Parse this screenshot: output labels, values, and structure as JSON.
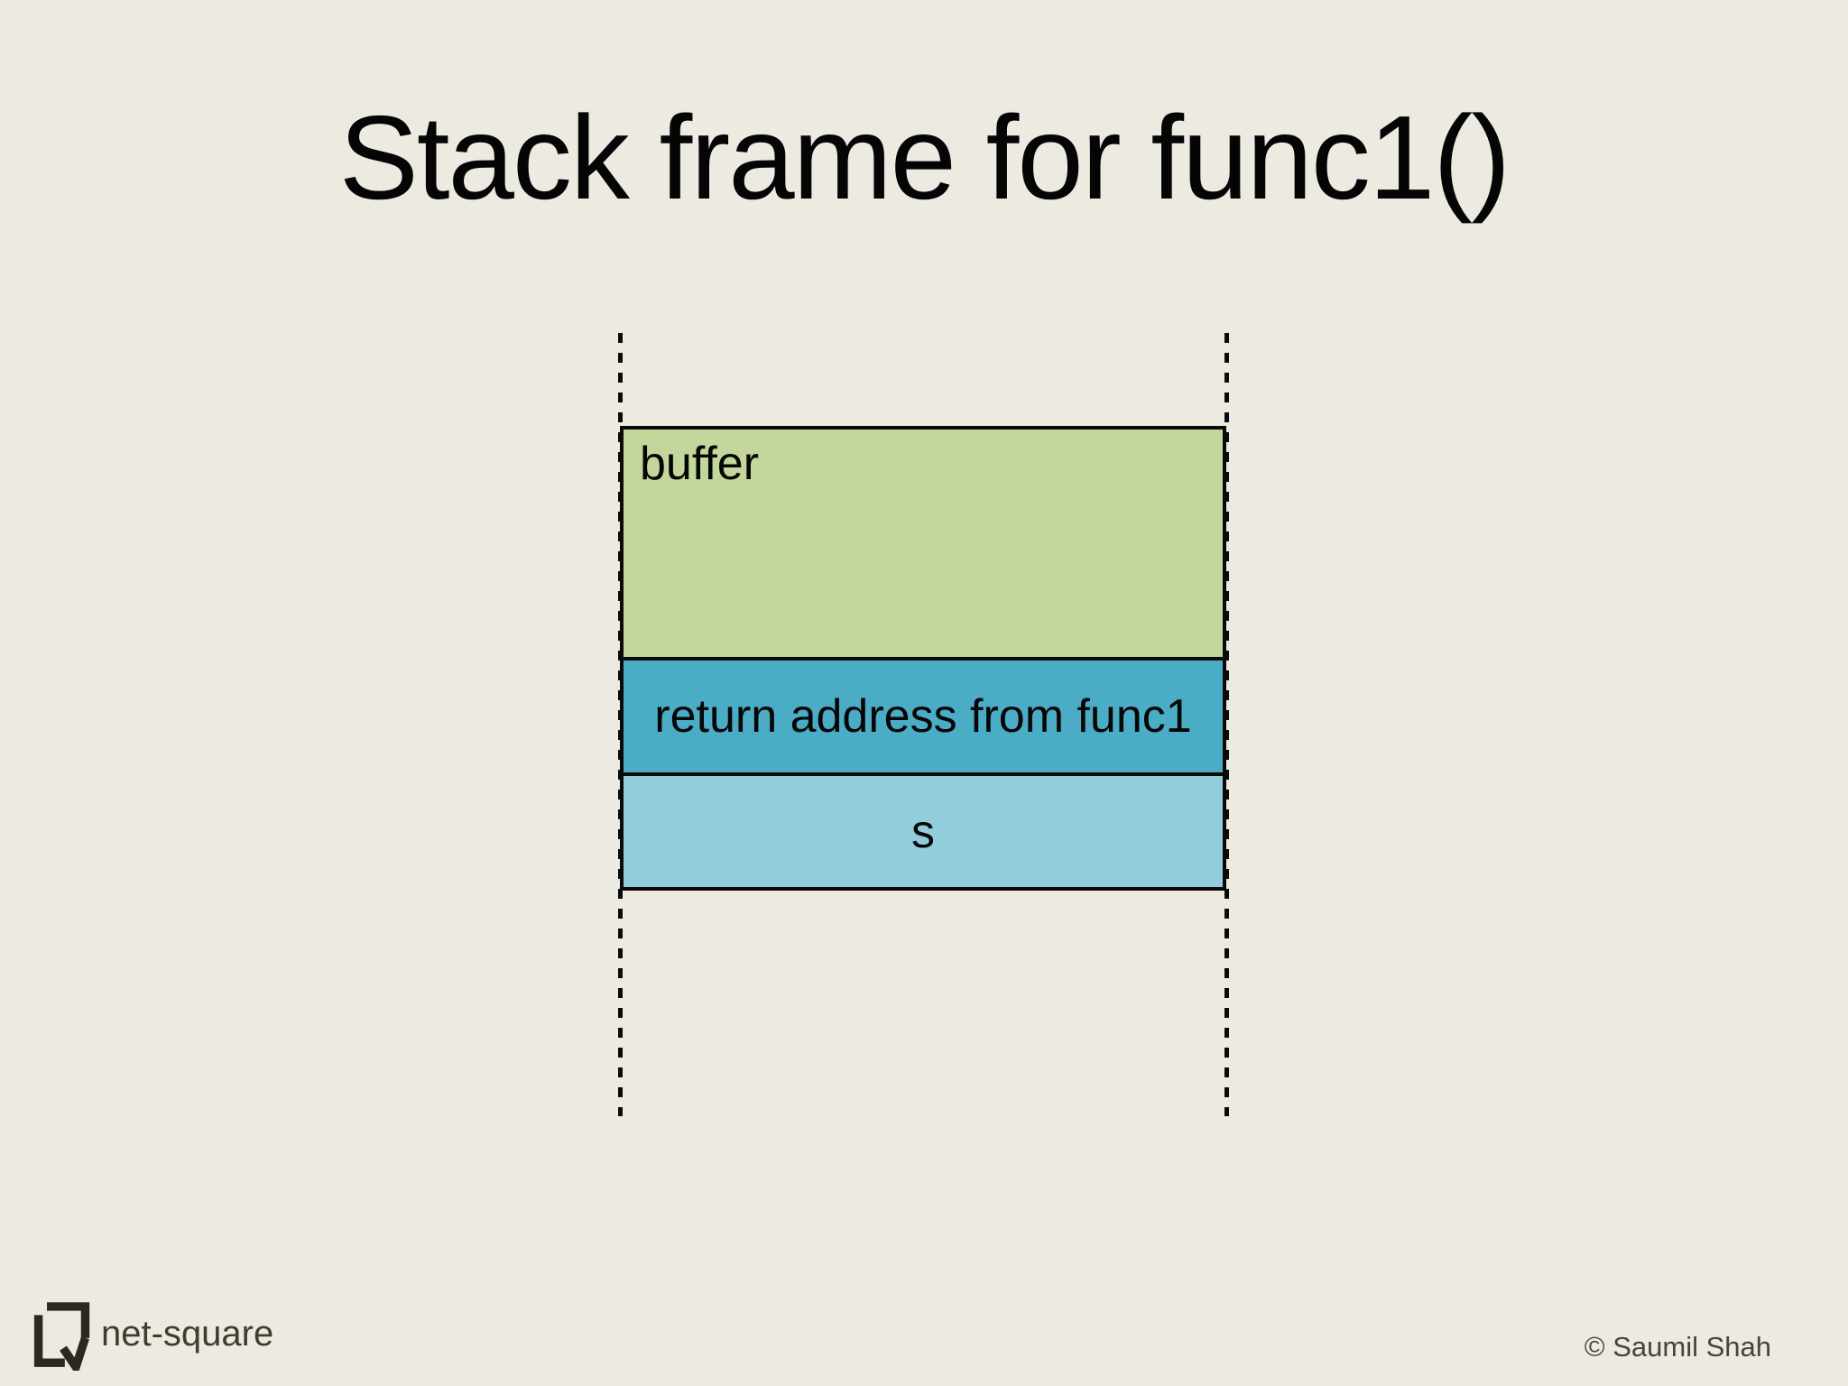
{
  "slide": {
    "title": "Stack frame for func1()",
    "background": "#edeae2"
  },
  "diagram": {
    "type": "stack-frame",
    "line_color": "#0a0a0a",
    "boxes": [
      {
        "label": "buffer",
        "fill": "#c3d69b",
        "align": "left"
      },
      {
        "label": "return address from func1",
        "fill": "#4bacc6",
        "align": "center"
      },
      {
        "label": "s",
        "fill": "#92cddc",
        "align": "center"
      }
    ]
  },
  "footer": {
    "brand": "net-square",
    "copyright": "© Saumil Shah",
    "logo_icon": "net-square-logo",
    "logo_color": "#2b2922"
  }
}
